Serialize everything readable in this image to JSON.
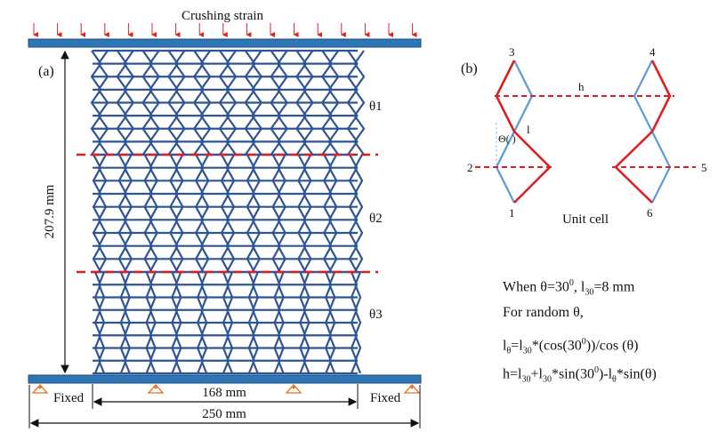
{
  "panel_a": {
    "label": "(a)",
    "load_label": "Crushing strain",
    "height_label": "207.9 mm",
    "zones": [
      "θ1",
      "θ2",
      "θ3"
    ],
    "fixed_left": "Fixed",
    "fixed_right": "Fixed",
    "inner_width_label": "168 mm",
    "outer_width_label": "250 mm"
  },
  "panel_b": {
    "label": "(b)",
    "node_labels": [
      "1",
      "2",
      "3",
      "4",
      "5",
      "6"
    ],
    "h_label": "h",
    "l_label": "l",
    "theta_label": "Θ(  )",
    "caption": "Unit cell"
  },
  "formulas": {
    "line1": {
      "a": "When θ=30",
      "a_sup": "0",
      "b": ", l",
      "b_sub": "30",
      "c": "=8 mm"
    },
    "line2": {
      "text": "For random θ,"
    },
    "line3": {
      "a": "l",
      "a_sub": "θ",
      "b": "=l",
      "b_sub": "30",
      "c": "*(cos(30",
      "c_sup": "0",
      "d": "))/cos (θ)"
    },
    "line4": {
      "a": "h=l",
      "a_sub": "30",
      "b": "+l",
      "b_sub": "30",
      "c": "*sin(30",
      "c_sup": "0",
      "d": ")-l",
      "d_sub": "θ",
      "e": "*sin(θ)"
    }
  },
  "colors": {
    "lattice": "#2f5597",
    "plate": "#2e75b6",
    "red": "#e02020",
    "light_blue": "#5b9bd5",
    "support": "#e07020"
  }
}
